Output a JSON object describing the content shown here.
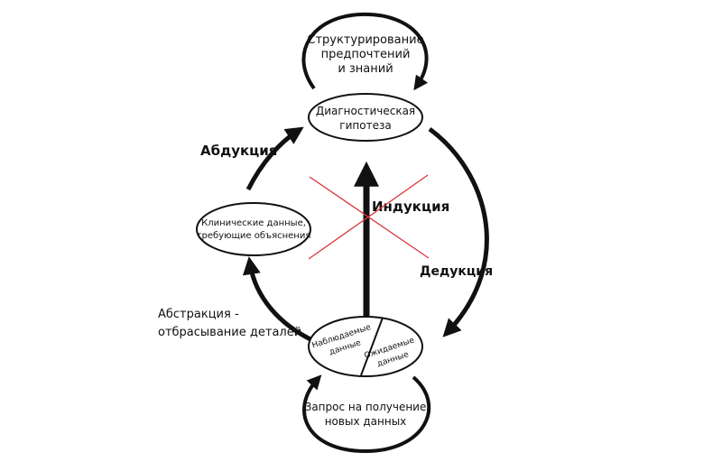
{
  "nodes": {
    "top_note": {
      "line1": "Структурирование",
      "line2": "предпочтений",
      "line3": "и знаний"
    },
    "hypothesis": {
      "line1": "Диагностическая",
      "line2": "гипотеза"
    },
    "clinical": {
      "line1": "Клинические данные,",
      "line2": "требующие объяснения"
    },
    "observed": {
      "line1": "Наблюдаемые",
      "line2": "данные"
    },
    "expected": {
      "line1": "Ожидаемые",
      "line2": "данные"
    },
    "bottom_note": {
      "line1": "Запрос на получение",
      "line2": "новых данных"
    }
  },
  "edges": {
    "abduction": "Абдукция",
    "induction": "Индукция",
    "deduction": "Дедукция",
    "abstraction_line1": "Абстракция -",
    "abstraction_line2": "отбрасывание деталей"
  },
  "colors": {
    "ink": "#111111",
    "cross": "#d9363e"
  }
}
